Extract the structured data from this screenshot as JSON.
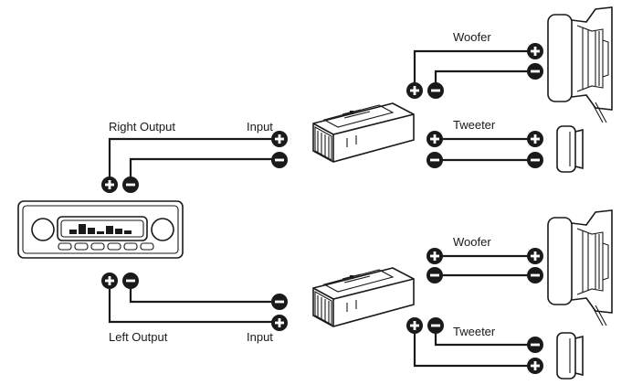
{
  "labels": {
    "right_output": "Right Output",
    "left_output": "Left Output",
    "input_top": "Input",
    "input_bottom": "Input",
    "woofer_top": "Woofer",
    "tweeter_top": "Tweeter",
    "woofer_bottom": "Woofer",
    "tweeter_bottom": "Tweeter"
  },
  "colors": {
    "ink": "#1a1a1a",
    "background": "#ffffff"
  },
  "icons": {
    "positive": "plus-terminal-icon",
    "negative": "minus-terminal-icon"
  }
}
